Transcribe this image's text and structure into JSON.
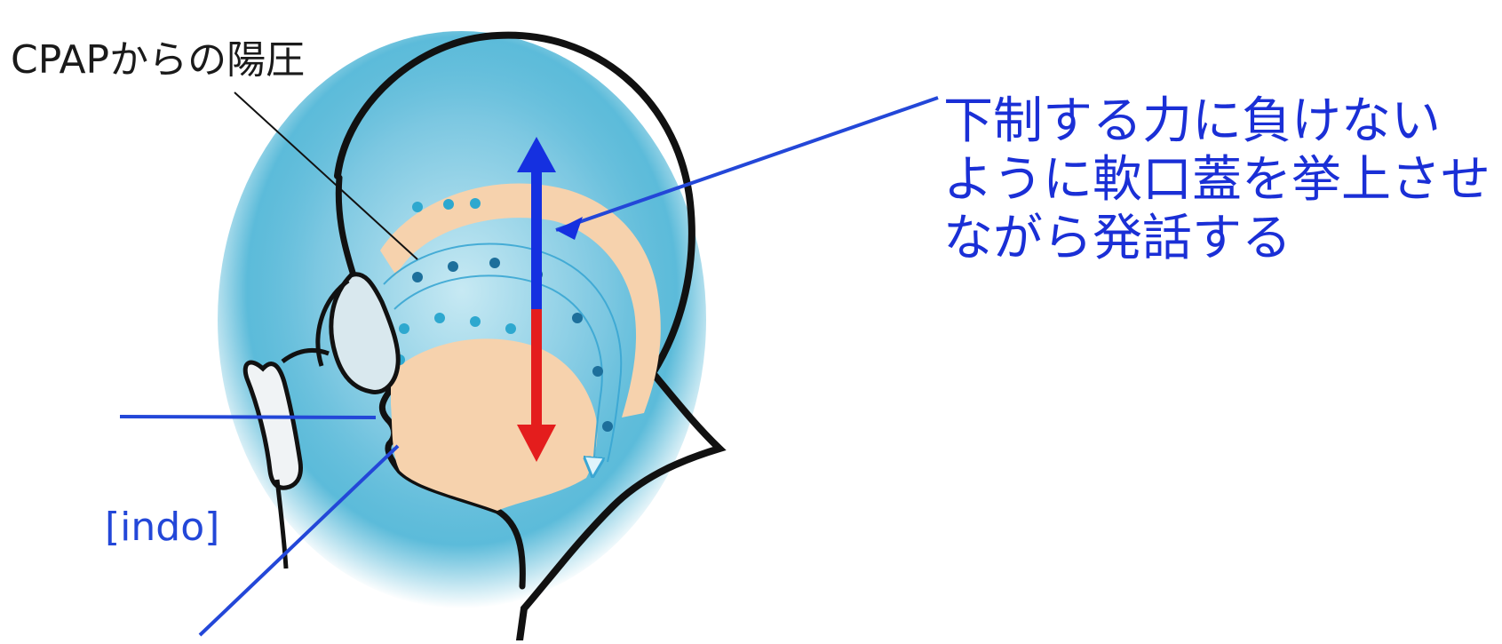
{
  "labels": {
    "cpap_pressure": "CPAPからの陽圧",
    "instruction_lines": [
      "下制する力に負けない",
      "ように軟口蓋を挙上させ",
      "ながら発話する"
    ],
    "phoneme": "[indo]"
  },
  "colors": {
    "halo": "#2ea8cf",
    "tissue": "#f6d2ad",
    "outline": "#111111",
    "arrow_up": "#1530e0",
    "arrow_down": "#e41d1d",
    "leader_line": "#2347d8",
    "airflow": "#3aa6d3",
    "dot": "#1d6f9b"
  },
  "icons": {
    "mask": "nasal-mask-icon",
    "tube": "air-tube-icon"
  }
}
